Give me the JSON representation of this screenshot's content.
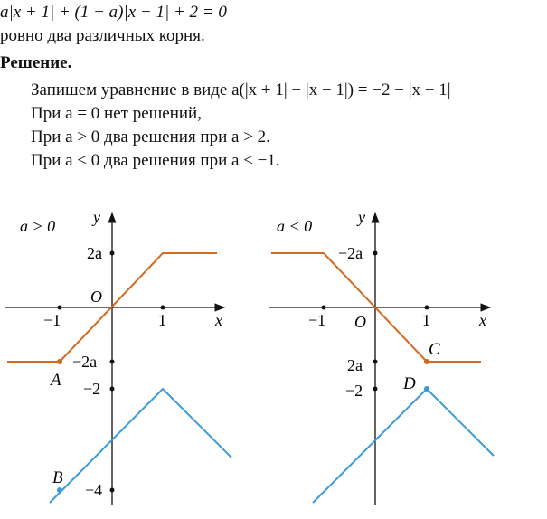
{
  "problem": {
    "equation": "a|x + 1| + (1 − a)|x − 1| + 2 = 0",
    "line2": "ровно два различных корня."
  },
  "solution": {
    "heading": "Решение.",
    "lines": [
      "Запишем уравнение в виде  a(|x + 1| − |x − 1|) = −2 − |x − 1|",
      "При a = 0 нет решений,",
      "При  a > 0 два решения при  a > 2.",
      "При  a < 0 два решения  при  a < −1."
    ]
  },
  "figures": {
    "left": {
      "case": "a > 0",
      "axis_x": "x",
      "axis_y": "y",
      "origin": "O",
      "x_ticks": [
        "−1",
        "1"
      ],
      "y_ticks": [
        "2a",
        "−2a",
        "−2",
        "−4"
      ],
      "points": [
        "A",
        "B"
      ]
    },
    "right": {
      "case": "a < 0",
      "axis_x": "x",
      "axis_y": "y",
      "origin": "O",
      "x_ticks": [
        "−1",
        "1"
      ],
      "y_ticks": [
        "−2a",
        "2a",
        "−2"
      ],
      "points": [
        "C",
        "D"
      ]
    },
    "colors": {
      "orange": "#d2691e",
      "blue": "#3a9ad9",
      "axis": "#111111"
    }
  }
}
